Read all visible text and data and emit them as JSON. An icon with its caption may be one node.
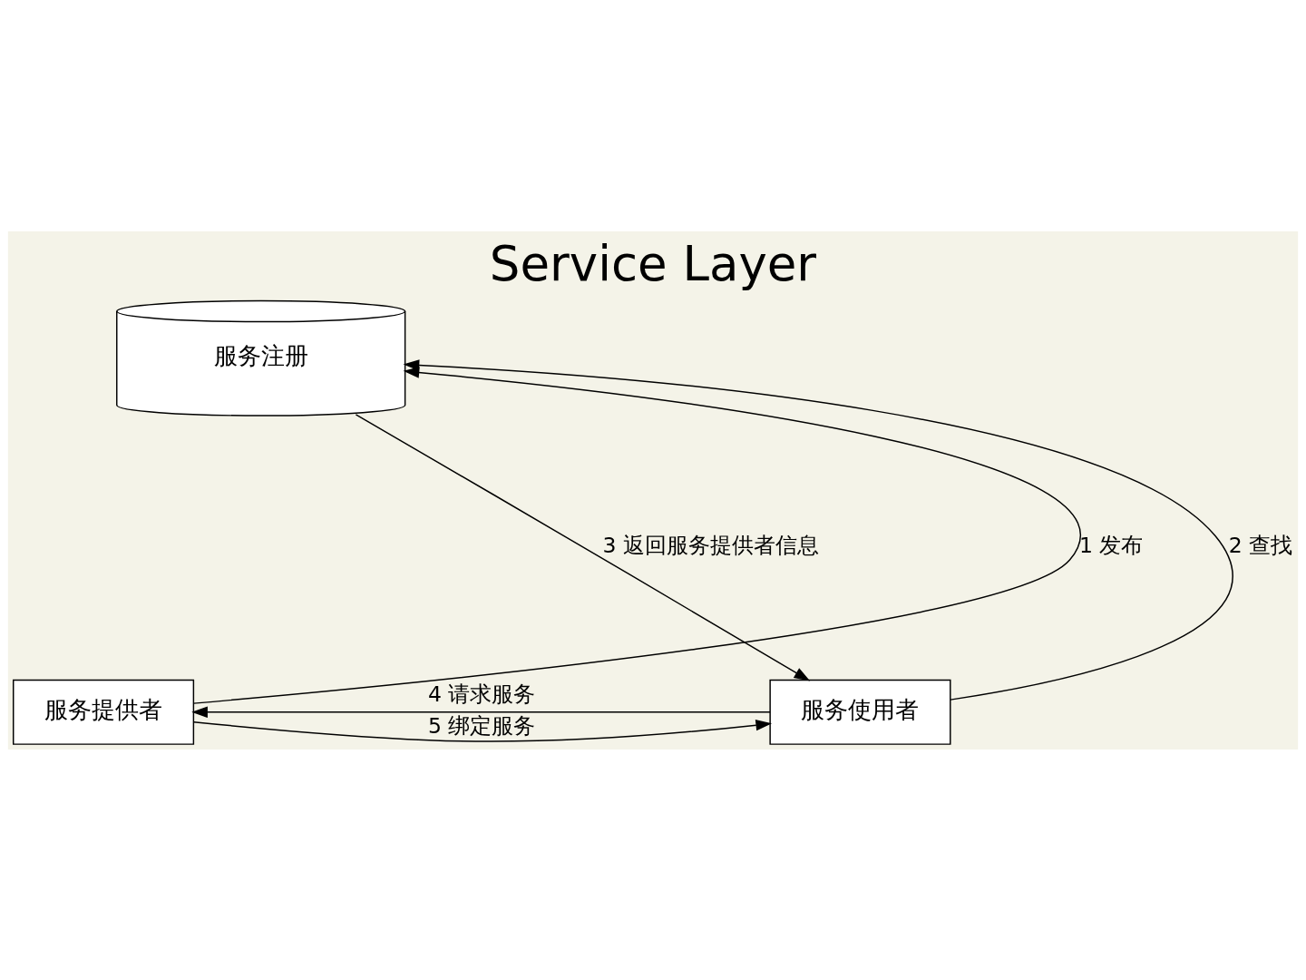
{
  "diagram": {
    "title": "Service Layer",
    "nodes": [
      {
        "text": [
          "服务注册"
        ]
      },
      {
        "text": [
          "服务提供者"
        ]
      },
      {
        "text": [
          "服务使用者"
        ]
      }
    ],
    "edges": [
      {
        "from": 1,
        "to": 0,
        "arrow": "to",
        "label": "1 发布"
      },
      {
        "from": 2,
        "to": 0,
        "arrow": "to",
        "label": "2 查找"
      },
      {
        "from": 0,
        "to": 2,
        "arrow": "to",
        "label": "3 返回服务提供者信息"
      },
      {
        "from": 2,
        "to": 1,
        "arrow": "to",
        "label": "4 请求服务"
      },
      {
        "from": 1,
        "to": 2,
        "arrow": "to",
        "label": "5 绑定服务"
      }
    ]
  }
}
